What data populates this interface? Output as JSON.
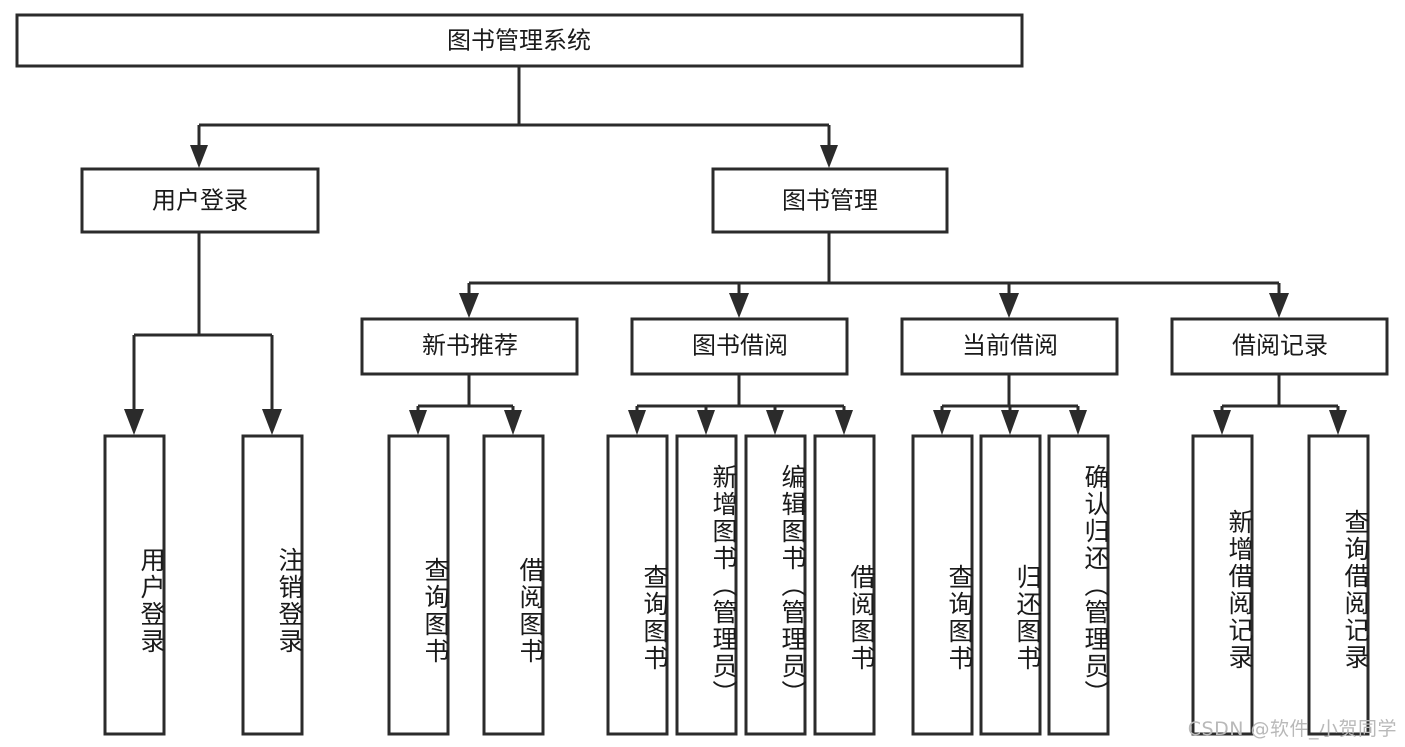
{
  "diagram": {
    "type": "tree-hierarchy",
    "title": "图书管理系统",
    "orientation": "top-down",
    "colors": {
      "stroke": "#2b2b2b",
      "box_fill": "#ffffff",
      "text": "#1a1a1a",
      "background": "#ffffff",
      "watermark": "#b9b9b9"
    },
    "root": {
      "label": "图书管理系统"
    },
    "level2": [
      {
        "label": "用户登录"
      },
      {
        "label": "图书管理"
      }
    ],
    "level3": [
      {
        "label": "新书推荐"
      },
      {
        "label": "图书借阅"
      },
      {
        "label": "当前借阅"
      },
      {
        "label": "借阅记录"
      }
    ],
    "leaves": {
      "user_login": [
        {
          "label": "用户登录"
        },
        {
          "label": "注销登录"
        }
      ],
      "new_book_recommend": [
        {
          "label": "查询图书"
        },
        {
          "label": "借阅图书"
        }
      ],
      "book_borrow": [
        {
          "label": "查询图书"
        },
        {
          "label": "新增图书（管理员）"
        },
        {
          "label": "编辑图书（管理员）"
        },
        {
          "label": "借阅图书"
        }
      ],
      "current_borrow": [
        {
          "label": "查询图书"
        },
        {
          "label": "归还图书"
        },
        {
          "label": "确认归还（管理员）"
        }
      ],
      "borrow_record": [
        {
          "label": "新增借阅记录"
        },
        {
          "label": "查询借阅记录"
        }
      ]
    }
  },
  "watermark": {
    "text": "CSDN @软件_小贺同学"
  }
}
